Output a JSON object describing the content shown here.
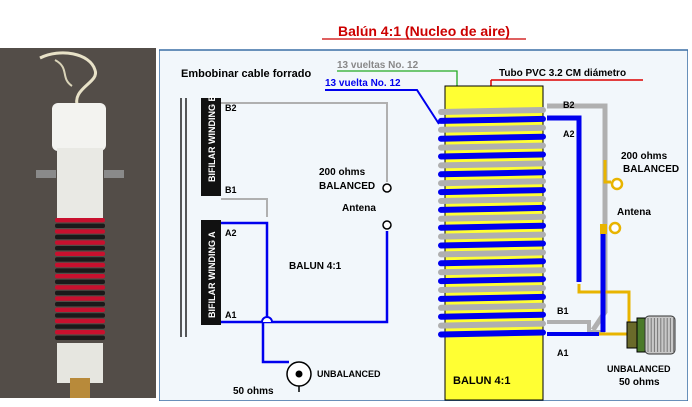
{
  "title": "Balún 4:1 (Nucleo de aire)",
  "labels": {
    "embobinar": "Embobinar cable  forrado",
    "vueltas_gray": "13 vueltas No. 12",
    "vueltas_blue": "13 vuelta No. 12",
    "tubo": "Tubo PVC  3.2 CM  diámetro",
    "winding_b": "BIFILAR WINDING B",
    "winding_a": "BIFILAR WINDING A",
    "b2_left": "B2",
    "b1_left": "B1",
    "a2_left": "A2",
    "a1_left": "A1",
    "ohms200_left_1": "200 ohms",
    "ohms200_left_2": "BALANCED",
    "antena_left": "Antena",
    "balun_left": "BALUN 4:1",
    "unbalanced_left": "UNBALANCED",
    "ohms50_left": "50 ohms",
    "b2_right": "B2",
    "a2_right": "A2",
    "b1_right": "B1",
    "a1_right": "A1",
    "ohms200_right_1": "200 ohms",
    "ohms200_right_2": "BALANCED",
    "antena_right": "Antena",
    "balun_right": "BALUN 4:1",
    "unbalanced_right": "UNBALANCED",
    "ohms50_right": "50 ohms"
  },
  "colors": {
    "title": "#cc0000",
    "panel_bg": "#f2f7fb",
    "panel_border": "#3a6ea5",
    "blue_wire": "#0000ee",
    "gray_wire": "#b0b0b0",
    "green_leader": "#22aa22",
    "red_leader": "#dd0000",
    "tube_yellow": "#ffff33",
    "connector_gold": "#e8b400"
  }
}
